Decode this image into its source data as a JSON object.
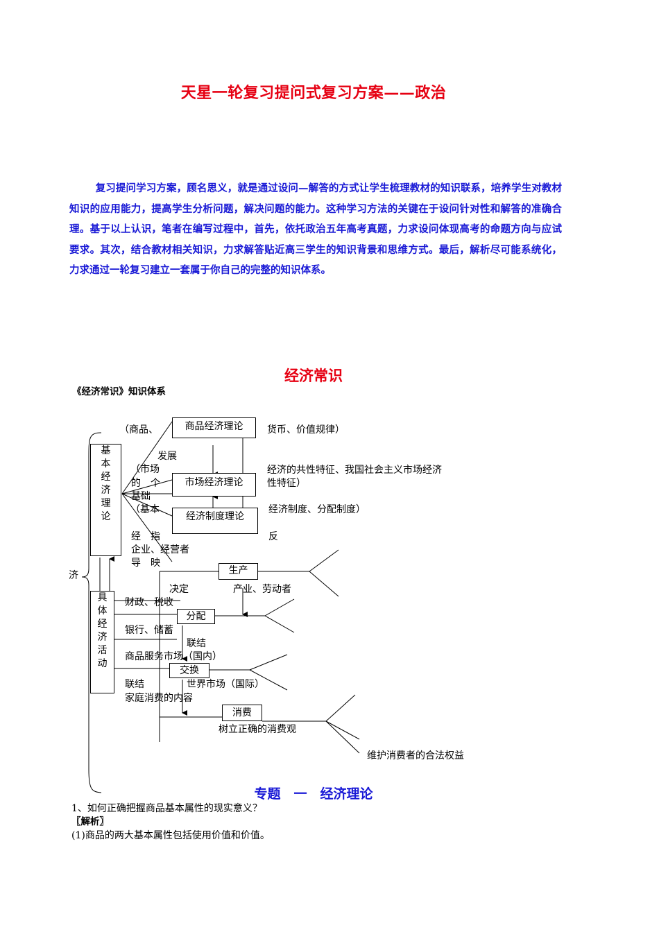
{
  "title": "天星一轮复习提问式复习方案——政治",
  "intro": "复习提问学习方案，顾名思义，就是通过设问—解答的方式让学生梳理教材的知识联系，培养学生对教材知识的应用能力，提高学生分析问题，解决问题的能力。这种学习方法的关键在于设问针对性和解答的准确合理。基于以上认识，笔者在编写过程中，首先，依托政治五年高考真题，力求设问体现高考的命题方向与应试要求。其次，结合教材相关知识，力求解答贴近高三学生的知识背景和思维方式。最后，解析尽可能系统化，力求通过一轮复习建立一套属于你自己的完整的知识体系。",
  "section_title": "经济常识",
  "subhead": "《经济常识》知识体系",
  "diagram": {
    "left_char": "济",
    "basic_theory_box": "基本经济理论",
    "specific_activity_box": "具体经济活动",
    "commodity_theory": "商品经济理论",
    "market_theory": "市场经济理论",
    "system_theory": "经济制度理论",
    "lbl_commodity_left": "（商品、",
    "lbl_commodity_right": "货币、价值规律）",
    "lbl_develop": "发展",
    "lbl_market_left": "（市场",
    "lbl_market_left2": "的　个",
    "lbl_market_left3": "基础",
    "lbl_market_right": "经济的共性特征、我国社会主义市场经济",
    "lbl_market_right2": "性特征）",
    "lbl_system_left": "（基本",
    "lbl_system_right": "经济制度、分配制度）",
    "lbl_guide1": "经　指",
    "lbl_guide2": "企业、经营者",
    "lbl_guide3": "导　映",
    "lbl_fan": "反",
    "production": "生产",
    "distribution": "分配",
    "exchange": "交换",
    "consumption": "消费",
    "lbl_decide": "决定",
    "lbl_industry": "产业、劳动者",
    "lbl_finance": "财政、税收",
    "lbl_bank": "银行、储蓄",
    "lbl_link1": "联结",
    "lbl_domestic": "商品服务市场（国内）",
    "lbl_link2": "联结",
    "lbl_world": "世界市场（国际）",
    "lbl_household": "家庭消费的内容",
    "lbl_correct": "树立正确的消费观",
    "lbl_protect": "维护消费者的合法权益"
  },
  "topic": "专题　一　经济理论",
  "question1": "1、如何正确把握商品基本属性的现实意义？",
  "analysis_label": "〖解析〗",
  "answer1": "(1)商品的两大基本属性包括使用价值和价值。"
}
